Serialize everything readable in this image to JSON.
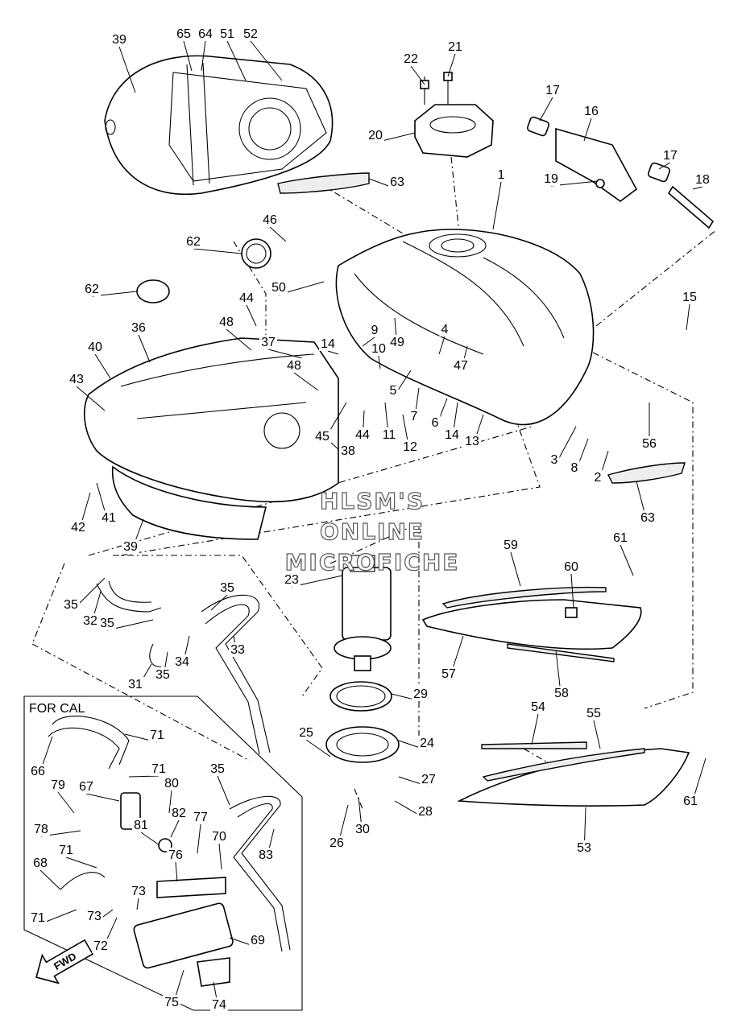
{
  "diagram": {
    "box_label": "FOR CAL",
    "fwd_label": "FWD",
    "watermark": [
      "HLSM'S",
      "ONLINE",
      "MICROFICHE"
    ],
    "callouts": [
      {
        "id": "c1",
        "text": "1"
      },
      {
        "id": "c2",
        "text": "2"
      },
      {
        "id": "c3",
        "text": "3"
      },
      {
        "id": "c4",
        "text": "4"
      },
      {
        "id": "c5",
        "text": "5"
      },
      {
        "id": "c6",
        "text": "6"
      },
      {
        "id": "c7",
        "text": "7"
      },
      {
        "id": "c8",
        "text": "8"
      },
      {
        "id": "c9",
        "text": "9"
      },
      {
        "id": "c10",
        "text": "10"
      },
      {
        "id": "c11",
        "text": "11"
      },
      {
        "id": "c12",
        "text": "12"
      },
      {
        "id": "c13",
        "text": "13"
      },
      {
        "id": "c14a",
        "text": "14"
      },
      {
        "id": "c14b",
        "text": "14"
      },
      {
        "id": "c15",
        "text": "15"
      },
      {
        "id": "c16",
        "text": "16"
      },
      {
        "id": "c17a",
        "text": "17"
      },
      {
        "id": "c17b",
        "text": "17"
      },
      {
        "id": "c18",
        "text": "18"
      },
      {
        "id": "c19",
        "text": "19"
      },
      {
        "id": "c20",
        "text": "20"
      },
      {
        "id": "c21",
        "text": "21"
      },
      {
        "id": "c22",
        "text": "22"
      },
      {
        "id": "c23",
        "text": "23"
      },
      {
        "id": "c24",
        "text": "24"
      },
      {
        "id": "c25",
        "text": "25"
      },
      {
        "id": "c26",
        "text": "26"
      },
      {
        "id": "c27",
        "text": "27"
      },
      {
        "id": "c28",
        "text": "28"
      },
      {
        "id": "c29",
        "text": "29"
      },
      {
        "id": "c30",
        "text": "30"
      },
      {
        "id": "c31",
        "text": "31"
      },
      {
        "id": "c32",
        "text": "32"
      },
      {
        "id": "c33",
        "text": "33"
      },
      {
        "id": "c34",
        "text": "34"
      },
      {
        "id": "c35a",
        "text": "35"
      },
      {
        "id": "c35b",
        "text": "35"
      },
      {
        "id": "c35c",
        "text": "35"
      },
      {
        "id": "c35d",
        "text": "35"
      },
      {
        "id": "c35e",
        "text": "35"
      },
      {
        "id": "c36",
        "text": "36"
      },
      {
        "id": "c37",
        "text": "37"
      },
      {
        "id": "c38",
        "text": "38"
      },
      {
        "id": "c39a",
        "text": "39"
      },
      {
        "id": "c39b",
        "text": "39"
      },
      {
        "id": "c40",
        "text": "40"
      },
      {
        "id": "c41",
        "text": "41"
      },
      {
        "id": "c42",
        "text": "42"
      },
      {
        "id": "c43",
        "text": "43"
      },
      {
        "id": "c44a",
        "text": "44"
      },
      {
        "id": "c44b",
        "text": "44"
      },
      {
        "id": "c45",
        "text": "45"
      },
      {
        "id": "c46",
        "text": "46"
      },
      {
        "id": "c47",
        "text": "47"
      },
      {
        "id": "c48a",
        "text": "48"
      },
      {
        "id": "c48b",
        "text": "48"
      },
      {
        "id": "c49",
        "text": "49"
      },
      {
        "id": "c50",
        "text": "50"
      },
      {
        "id": "c51",
        "text": "51"
      },
      {
        "id": "c52",
        "text": "52"
      },
      {
        "id": "c53",
        "text": "53"
      },
      {
        "id": "c54",
        "text": "54"
      },
      {
        "id": "c55",
        "text": "55"
      },
      {
        "id": "c56",
        "text": "56"
      },
      {
        "id": "c57",
        "text": "57"
      },
      {
        "id": "c58",
        "text": "58"
      },
      {
        "id": "c59",
        "text": "59"
      },
      {
        "id": "c60",
        "text": "60"
      },
      {
        "id": "c61a",
        "text": "61"
      },
      {
        "id": "c61b",
        "text": "61"
      },
      {
        "id": "c62a",
        "text": "62"
      },
      {
        "id": "c62b",
        "text": "62"
      },
      {
        "id": "c63a",
        "text": "63"
      },
      {
        "id": "c63b",
        "text": "63"
      },
      {
        "id": "c64",
        "text": "64"
      },
      {
        "id": "c65",
        "text": "65"
      },
      {
        "id": "c66",
        "text": "66"
      },
      {
        "id": "c67",
        "text": "67"
      },
      {
        "id": "c68",
        "text": "68"
      },
      {
        "id": "c69",
        "text": "69"
      },
      {
        "id": "c70",
        "text": "70"
      },
      {
        "id": "c71a",
        "text": "71"
      },
      {
        "id": "c71b",
        "text": "71"
      },
      {
        "id": "c71c",
        "text": "71"
      },
      {
        "id": "c71d",
        "text": "71"
      },
      {
        "id": "c72",
        "text": "72"
      },
      {
        "id": "c73a",
        "text": "73"
      },
      {
        "id": "c73b",
        "text": "73"
      },
      {
        "id": "c74",
        "text": "74"
      },
      {
        "id": "c75",
        "text": "75"
      },
      {
        "id": "c76",
        "text": "76"
      },
      {
        "id": "c77",
        "text": "77"
      },
      {
        "id": "c78",
        "text": "78"
      },
      {
        "id": "c79",
        "text": "79"
      },
      {
        "id": "c80",
        "text": "80"
      },
      {
        "id": "c81",
        "text": "81"
      },
      {
        "id": "c82",
        "text": "82"
      },
      {
        "id": "c83",
        "text": "83"
      }
    ]
  }
}
